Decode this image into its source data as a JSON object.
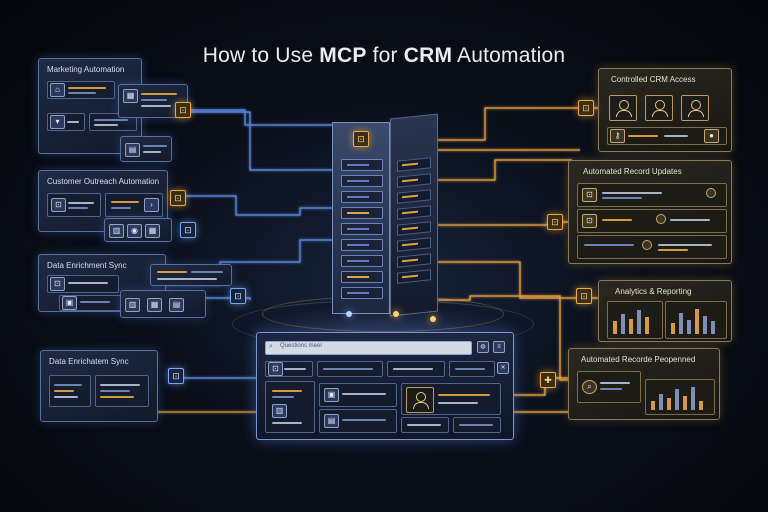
{
  "title": {
    "prefix": "How to Use ",
    "mcp": "MCP",
    "for": " for ",
    "crm": "CRM",
    "suffix": " Automation"
  },
  "left_panels": [
    {
      "title": "Marketing Automation"
    },
    {
      "title": "Customer Outreach Automation"
    },
    {
      "title": "Data Enrichment Sync"
    },
    {
      "title": "Data Enrichatem Sync"
    }
  ],
  "right_panels": [
    {
      "title": "Controlled CRM Access"
    },
    {
      "title": "Automated Record Updates"
    },
    {
      "title": "Analytics & Reporting"
    },
    {
      "title": "Automated Recorde Peopenned"
    }
  ],
  "console": {
    "search_placeholder": "Questions meer"
  },
  "analytics_values": [
    0.45,
    0.7,
    0.55,
    0.85,
    0.6,
    0.4,
    0.75,
    0.5,
    0.9,
    0.65
  ],
  "record_values": [
    0.35,
    0.6,
    0.45,
    0.8,
    0.55,
    0.9
  ],
  "colors": {
    "accent_orange": "#f0a83a",
    "accent_blue": "#6aa0ff",
    "background": "#05070c"
  },
  "icons": [
    "lock-icon",
    "user-icon",
    "search-icon",
    "chart-icon",
    "server-icon",
    "home-icon",
    "calendar-icon",
    "document-icon"
  ]
}
